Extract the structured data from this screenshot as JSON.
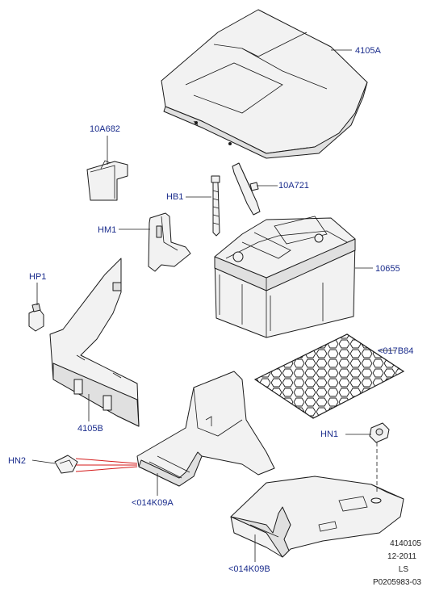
{
  "callouts": {
    "cover_top": "4105A",
    "bracket_10a682": "10A682",
    "clamp_10a721": "10A721",
    "bolt_hb1": "HB1",
    "bracket_hm1": "HM1",
    "battery": "10655",
    "plug_hp1": "HP1",
    "mat": "<017B84",
    "cover_side": "4105B",
    "nut_hn1": "HN1",
    "clip_hn2": "HN2",
    "tray": "<014K09A",
    "base_tray": "<014K09B"
  },
  "footer": {
    "line1": "4140105",
    "line2": "12-2011",
    "line3": "LS",
    "line4": "P0205983-03"
  }
}
